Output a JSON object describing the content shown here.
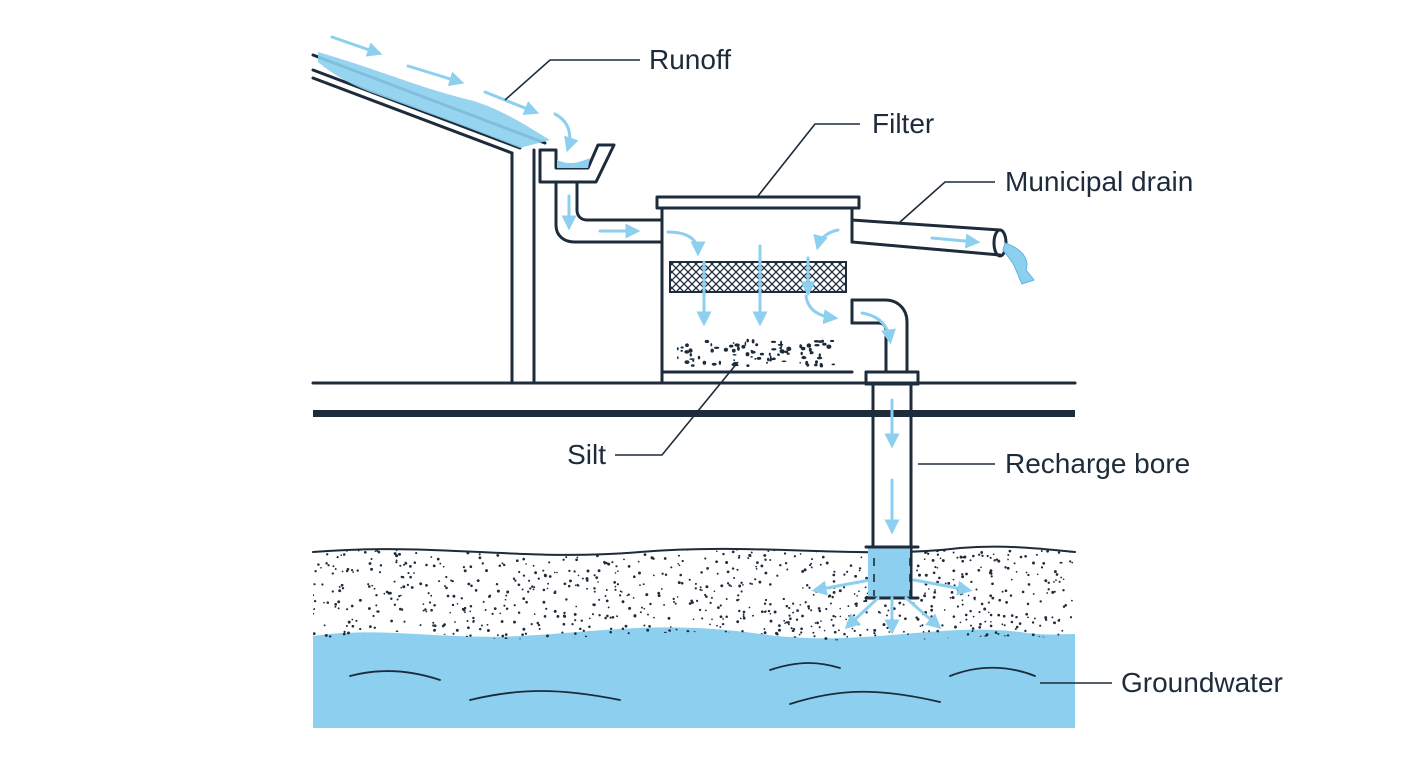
{
  "labels": {
    "runoff": "Runoff",
    "filter": "Filter",
    "municipal_drain": "Municipal drain",
    "silt": "Silt",
    "recharge_bore": "Recharge bore",
    "groundwater": "Groundwater"
  },
  "colors": {
    "ink": "#1d2b3a",
    "water": "#8ccfee",
    "water_dark": "#5fb3e0",
    "background": "#ffffff"
  }
}
